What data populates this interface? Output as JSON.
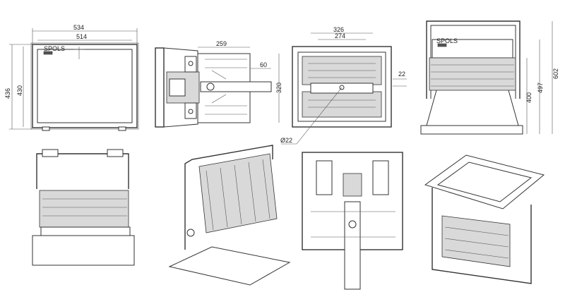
{
  "dimensions": {
    "front_width_outer": "534",
    "front_width_inner": "514",
    "front_height_outer": "436",
    "front_height_inner": "430",
    "side_depth": "259",
    "side_bracket_width": "60",
    "side_height": "320",
    "rear_width_outer": "326",
    "rear_width_inner": "274",
    "rear_offset": "22",
    "rear_hole_diameter": "Ø22",
    "bracket_total_height": "602",
    "bracket_mid_height": "497",
    "bracket_low_height": "400"
  },
  "labels": {
    "front_panel_mark": "SPOLS",
    "rear_panel_mark": "SPOLS"
  }
}
